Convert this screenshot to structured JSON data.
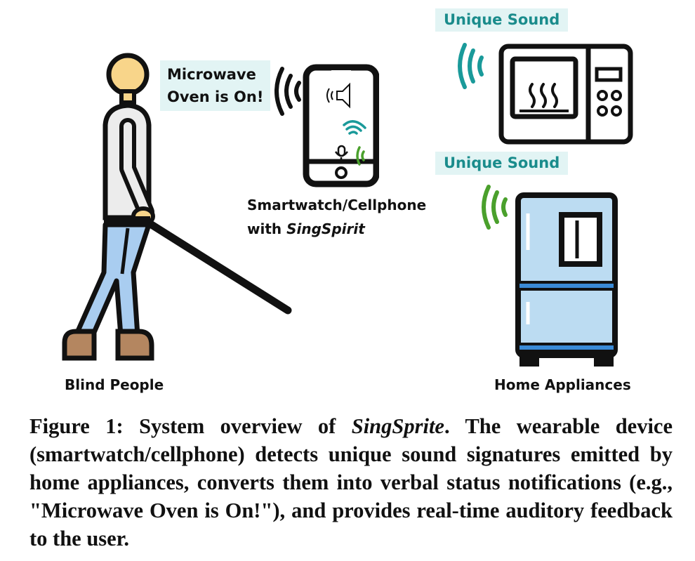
{
  "speech_bubble": "Microwave\nOven is On!",
  "device_label_line1": "Smartwatch/Cellphone",
  "device_label_line2_prefix": "with ",
  "device_label_line2_app": "SingSpirit",
  "left_label": "Blind People",
  "right_label": "Home Appliances",
  "sound_tag_microwave": "Unique Sound",
  "sound_tag_fridge": "Unique Sound",
  "caption": {
    "prefix": "Figure 1: System overview of ",
    "system_name": "SingSprite",
    "rest": ". The wearable device (smartwatch/cellphone) detects unique sound signatures emitted by home appliances, converts them into verbal status notifications (e.g., \"Microwave Oven is On!\"), and provides real-time auditory feedback to the user."
  },
  "icons": [
    "person-with-cane-icon",
    "smartphone-icon",
    "speaker-icon",
    "microphone-icon",
    "sound-wave-icon",
    "microwave-icon",
    "fridge-icon"
  ],
  "colors": {
    "teal": "#1a9a9a",
    "green": "#4aa02c",
    "tag_bg": "#e2f4f4",
    "fridge_blue": "#bcdcf2",
    "fridge_stripe": "#3a8ad6"
  }
}
